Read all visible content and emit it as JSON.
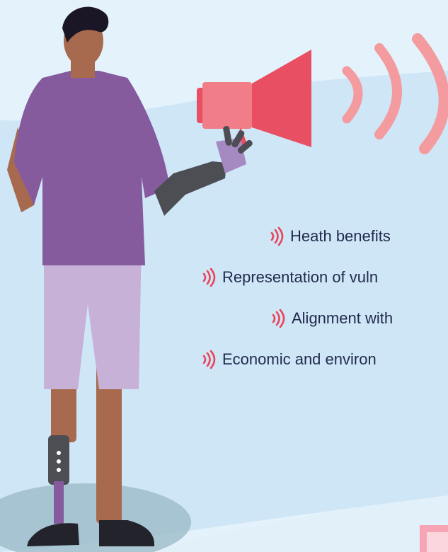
{
  "bullets": [
    {
      "text": "Heath benefits"
    },
    {
      "text": "Representation of vuln"
    },
    {
      "text": "Alignment with"
    },
    {
      "text": "Economic and environ"
    }
  ],
  "colors": {
    "background": "#e4f2fb",
    "blue_band": "#cfe6f7",
    "megaphone": "#e84f63",
    "megaphone_light": "#f07d88",
    "sound_waves": "#f49ba0",
    "shirt": "#855b9e",
    "shorts": "#c7b1d7",
    "skin": "#a86a4e",
    "prosthetic": "#4d4d54",
    "text": "#1f2a4a"
  },
  "icons": [
    "megaphone-icon",
    "sound-wave-icon"
  ]
}
